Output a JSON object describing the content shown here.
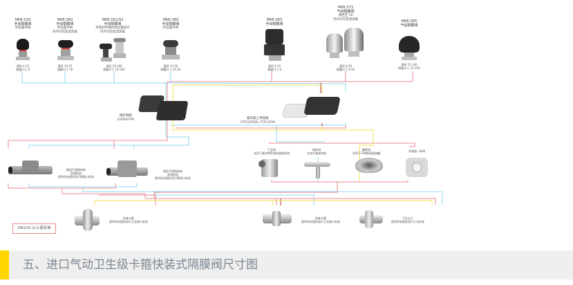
{
  "top_valves": [
    {
      "model": "MKB D20",
      "name": "手动隔膜阀",
      "desc": [
        "带位置手柄"
      ],
      "spec": [
        "通径 4-15",
        "隔膜尺寸 8"
      ]
    },
    {
      "model": "MKB D60",
      "name": "手动隔膜阀",
      "desc": [
        "带位置手柄",
        "内外均可高温消毒"
      ],
      "spec": [
        "通径 10-25",
        "隔膜尺寸 10"
      ]
    },
    {
      "model": "MKB D51/52",
      "name": "手动隔膜阀",
      "desc": [
        "带密封手柄机构位置指示",
        "内外均可高温消毒"
      ],
      "spec": [
        "通径 10-100",
        "隔膜尺寸 10-100"
      ]
    },
    {
      "model": "MKB D80",
      "name": "手动隔膜阀",
      "desc": [
        "带位置手柄"
      ],
      "spec": [
        "通径 15-50",
        "隔膜尺寸 25-50"
      ]
    },
    {
      "model": "MKB D65",
      "name": "手动隔膜阀",
      "desc": [],
      "spec": [
        "通径 4-15",
        "隔膜尺寸 8"
      ]
    },
    {
      "model": "MKB D72",
      "name": "气动隔膜阀",
      "desc": [
        "通径至 50",
        "内外均可高温消毒"
      ],
      "spec": [
        "通径 8-50",
        "隔膜尺寸 8-50"
      ]
    },
    {
      "model": "MKB D85",
      "name": "气动隔膜阀",
      "desc": [],
      "spec": [
        "通径 15-100",
        "隔膜尺寸 25-100"
      ]
    }
  ],
  "diaphragms": [
    {
      "name": "橡胶隔膜",
      "material": "EPDM/FPM"
    },
    {
      "name": "聚四氟乙烯隔膜",
      "material": "PTFE/EPDM, PTFE/FPM"
    }
  ],
  "bodies": [
    {
      "lines": [
        "精温不锈钢阀体",
        "直通构造",
        "提供所有国际现行焊接口标准"
      ]
    },
    {
      "lines": [
        "锻造不锈钢阀体",
        "直通构造",
        "提供所有国际现行焊接口标准"
      ]
    }
  ],
  "special_valves": [
    {
      "name": "T 型阀",
      "desc": "适用于要求零死角的管路系统"
    },
    {
      "name": "取样阀",
      "desc": "比较冷凝液排放"
    },
    {
      "name": "罐底阀",
      "desc": "适用于不锈钢容器和罐"
    },
    {
      "name": "多通道一体阀",
      "desc": ""
    }
  ],
  "connections": [
    {
      "name": "快装卡箍",
      "desc": "提供所有国际现行工业接口标准"
    },
    {
      "name": "快装卡箍",
      "desc": "提供所有国际现行工业接口标准"
    },
    {
      "name": "卫生法兰",
      "desc": "提供所有国际现行工业标准"
    }
  ],
  "note": "DN100 以上请另询",
  "section_title": "五、进口气动卫生级卡箍快装式隔膜阀尺寸图",
  "colors": {
    "red": "#e8737a",
    "blue": "#6ec6ea",
    "yellow": "#f3e04a",
    "dark_red": "#b03030",
    "accent": "#ffd400"
  }
}
